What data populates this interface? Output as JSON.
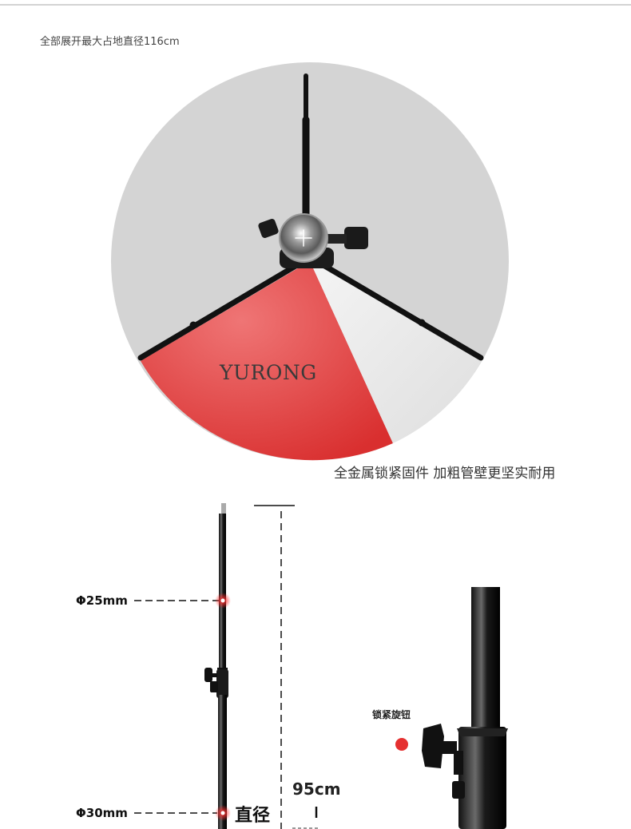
{
  "header": {
    "caption": "全部展开最大占地直径116cm"
  },
  "tripod_view": {
    "watermark": "YURONG",
    "caption": "全金属锁紧固件 加粗管壁更坚实耐用"
  },
  "pole_view": {
    "top_diameter": "Φ25mm",
    "bottom_diameter": "Φ30mm",
    "diameter_word": "直径",
    "height": "95cm"
  },
  "detail_view": {
    "lock_knob_label": "锁紧旋钮"
  },
  "colors": {
    "sector_red": "#e23a3a",
    "circle_grey": "#d4d4d4",
    "marker_red": "#e53030"
  }
}
